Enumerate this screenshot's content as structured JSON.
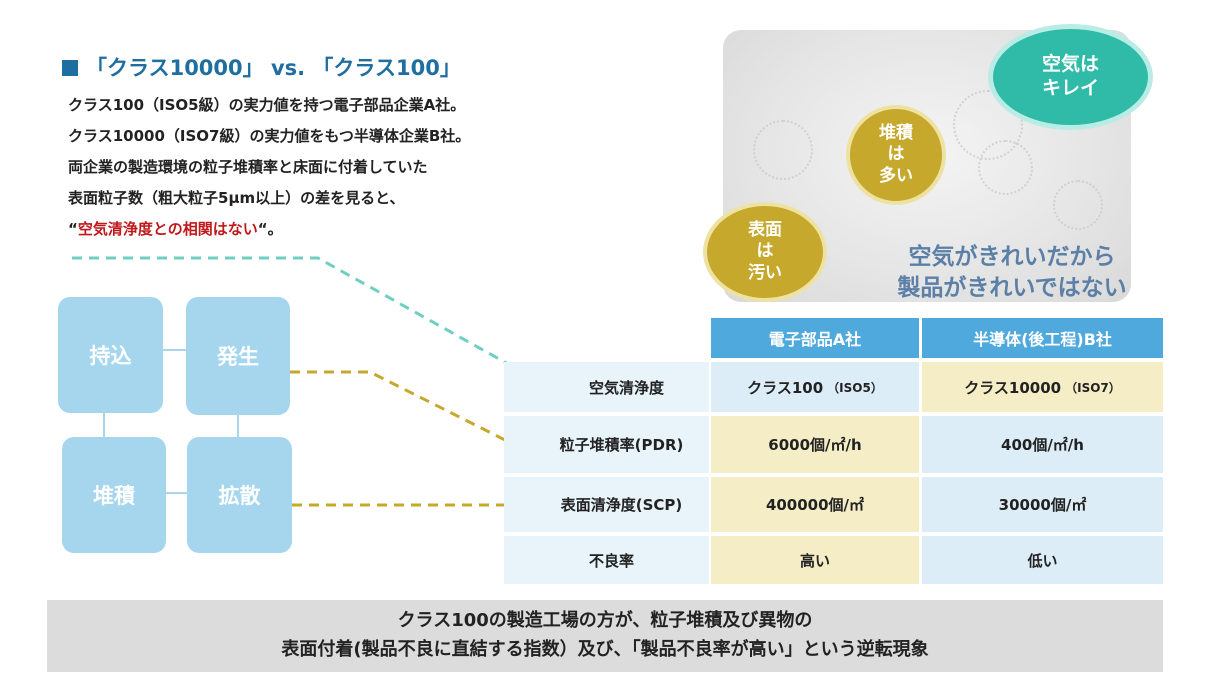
{
  "title": "「クラス10000」 vs. 「クラス100」",
  "intro": {
    "line1": "クラス100（ISO5級）の実力値を持つ電子部品企業A社。",
    "line2": "クラス10000（ISO7級）の実力値をもつ半導体企業B社。",
    "line3": "両企業の製造環境の粒子堆積率と床面に付着していた",
    "line4": "表面粒子数（粗大粒子5μm以上）の差を見ると、",
    "quote_open": "“",
    "emphasis": "空気清浄度との相関はない",
    "quote_close": "“。"
  },
  "bubbles": {
    "clean": [
      "空気は",
      "キレイ"
    ],
    "heap": [
      "堆積",
      "は",
      "多い"
    ],
    "dirty": [
      "表面",
      "は",
      "汚い"
    ]
  },
  "photo_caption": [
    "空気がきれいだから",
    "製品がきれいではない"
  ],
  "cycle": {
    "bring_in": "持込",
    "generate": "発生",
    "deposit": "堆積",
    "spread": "拡散"
  },
  "table": {
    "headers": [
      "電子部品A社",
      "半導体(後工程)B社"
    ],
    "rows": [
      {
        "label": "空気清浄度",
        "a_main": "クラス100",
        "a_sub": "（ISO5）",
        "b_main": "クラス10000",
        "b_sub": "（ISO7）"
      },
      {
        "label": "粒子堆積率(PDR)",
        "a_main": "6000個/㎡/h",
        "a_sub": "",
        "b_main": "400個/㎡/h",
        "b_sub": ""
      },
      {
        "label": "表面清浄度(SCP)",
        "a_main": "400000個/㎡",
        "a_sub": "",
        "b_main": "30000個/㎡",
        "b_sub": ""
      },
      {
        "label": "不良率",
        "a_main": "高い",
        "a_sub": "",
        "b_main": "低い",
        "b_sub": ""
      }
    ]
  },
  "footer": {
    "line1": "クラス100の製造工場の方が、粒子堆積及び異物の",
    "line2": "表面付着(製品不良に直結する指数）及び、「製品不良率が高い」という逆転現象"
  },
  "colors": {
    "title_blue": "#1e6fa0",
    "emphasis_red": "#c0181b",
    "teal": "#30bba9",
    "mustard": "#c5a82c",
    "header_blue": "#4fa9dc",
    "box_blue": "#a5d6ee"
  }
}
